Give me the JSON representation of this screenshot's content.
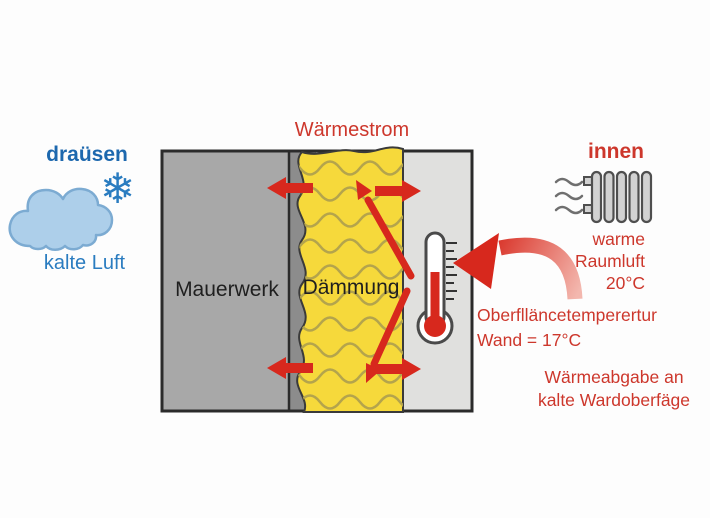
{
  "title": "Wärmestrom",
  "outside": {
    "heading": "draüsen",
    "caption": "kalte Luft",
    "snowflake_glyph": "❄"
  },
  "inside": {
    "heading": "innen"
  },
  "wall": {
    "masonry": "Mauerwerk",
    "insulation": "Dämmung"
  },
  "annotations": {
    "room_air": {
      "line1": "warme",
      "line2": "Raumluft",
      "line3": "20°C"
    },
    "surface": {
      "line1": "Oberflläncetemperertur",
      "line2": "Wand = 17°C"
    },
    "heat_release": {
      "line1": "Wärmeabgabe an",
      "line2": "kalte Wardoberfäge"
    }
  },
  "icons": {
    "cloud": "cloud-icon",
    "snowflake": "snowflake-icon",
    "radiator": "radiator-icon",
    "thermometer": "thermometer-icon"
  },
  "colors": {
    "red": "#d7281d",
    "text_red": "#cd372c",
    "red_light": "#f3b7ae",
    "blue_dark": "#1d68ae",
    "blue": "#2a7cc0",
    "cloud_fill": "#adcfea",
    "cloud_stroke": "#7cabd2",
    "masonry": "#a8a8a8",
    "masonry_edge": "#8c8c8c",
    "insulation": "#f6d93b",
    "insulation_wave": "#b4a44c",
    "inner_layer": "#e0e0de",
    "outline": "#2b2b2b",
    "icon_gray": "#d2d2d2",
    "icon_stroke": "#4f4f4f"
  }
}
